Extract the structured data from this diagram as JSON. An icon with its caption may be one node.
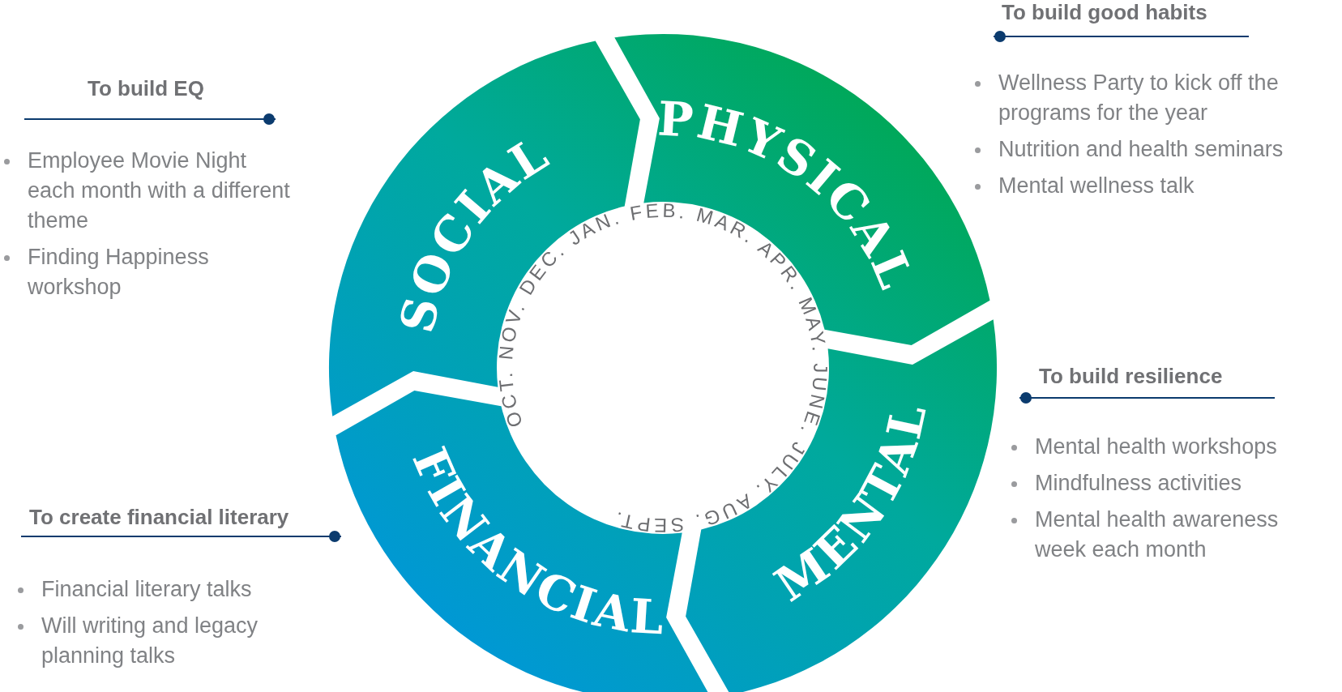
{
  "diagram": {
    "nodes": [
      {
        "text": [
          "PHYSICAL"
        ]
      },
      {
        "text": [
          "MENTAL"
        ]
      },
      {
        "text": [
          "FINANCIAL"
        ]
      },
      {
        "text": [
          "SOCIAL"
        ]
      }
    ],
    "labels": [
      "To build EQ",
      "Employee Movie Night each month with a different theme",
      "Finding Happiness workshop",
      "To build good habits",
      "Wellness Party to kick off the programs for the year",
      "Nutrition and health seminars",
      "Mental wellness talk",
      "To build resilience",
      "Mental health workshops",
      "Mindfulness activities",
      "Mental health awareness week each month",
      "To create financial literary",
      "Financial literary talks",
      "Will writing and legacy planning talks",
      "OCT. NOV. DEC. JAN. FEB. MAR. APR. MAY. JUNE. JULY. AUG. SEPT."
    ]
  }
}
